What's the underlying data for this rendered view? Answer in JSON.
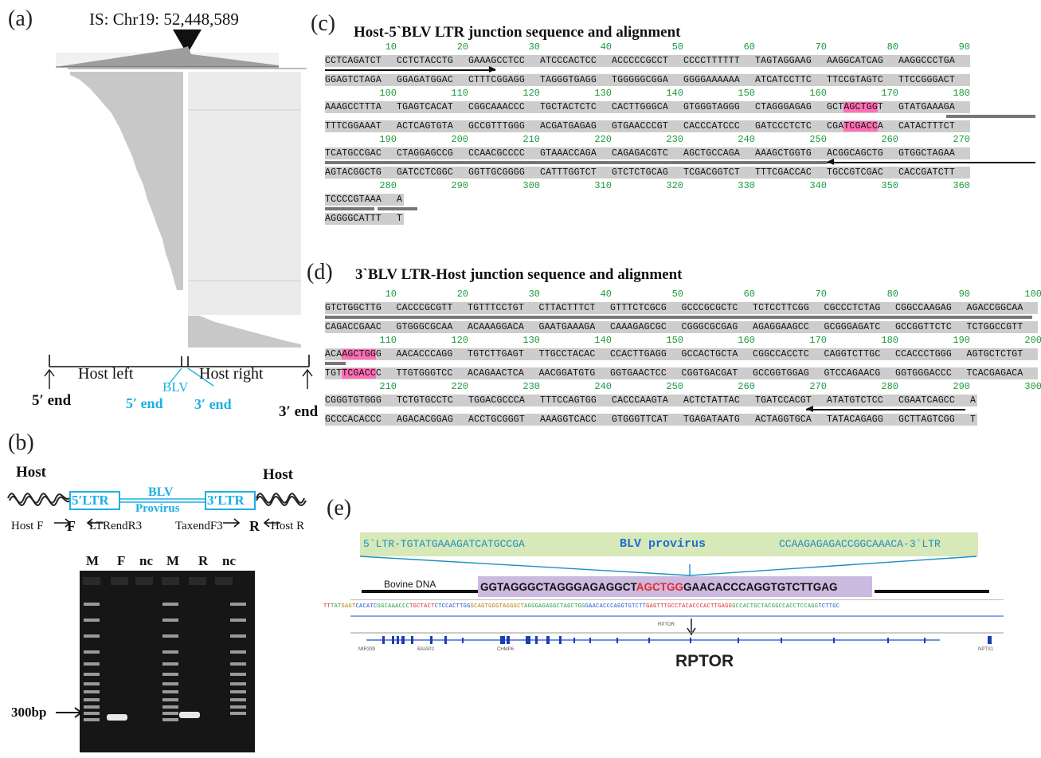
{
  "panel_a": {
    "label": "(a)",
    "is_label": "IS: Chr19: 52,448,589",
    "host_left": "Host left",
    "host_right": "Host right",
    "blv": "BLV",
    "blv_5end": "5′ end",
    "blv_3end": "3′ end",
    "left_5end": "5′ end",
    "right_3end": "3′ end"
  },
  "panel_b": {
    "label": "(b)",
    "host_left": "Host",
    "host_right": "Host",
    "ltr5": "5′LTR",
    "ltr3": "3′LTR",
    "blv": "BLV",
    "provirus": "Provirus",
    "host_f": "Host F",
    "f": "F",
    "ltrendr3": "LTRendR3",
    "taxendf3": "TaxendF3",
    "r": "R",
    "host_r": "Host R",
    "lanes": [
      "M",
      "F",
      "nc",
      "M",
      "R",
      "nc"
    ],
    "size_marker": "300bp"
  },
  "panel_c": {
    "label": "(c)",
    "title": "Host-5`BLV  LTR  junction sequence and alignment",
    "rows": [
      {
        "ticks": [
          "10",
          "20",
          "30",
          "40",
          "50",
          "60",
          "70",
          "80",
          "90"
        ],
        "top": [
          "CCTCAGATCT",
          "CCTCTACCTG",
          "GAAAGCCTCC",
          "ATCCCACTCC",
          "ACCCCCGCCT",
          "CCCCTTTTTT",
          "TAGTAGGAAG",
          "AAGGCATCAG",
          "AAGGCCCTGA"
        ],
        "bottom": [
          "GGAGTCTAGA",
          "GGAGATGGAC",
          "CTTTCGGAGG",
          "TAGGGTGAGG",
          "TGGGGGCGGA",
          "GGGGAAAAAA",
          "ATCATCCTTC",
          "TTCCGTAGTC",
          "TTCCGGGACT"
        ]
      },
      {
        "ticks": [
          "100",
          "110",
          "120",
          "130",
          "140",
          "150",
          "160",
          "170",
          "180"
        ],
        "top": [
          "AAAGCCTTTA",
          "TGAGTCACAT",
          "CGGCAAACCC",
          "TGCTACTCTC",
          "CACTTGGGCA",
          "GTGGGTAGGG",
          "CTAGGGAGAG",
          "GCTAGCTGGT",
          "GTATGAAAGA"
        ],
        "bottom": [
          "TTTCGGAAAT",
          "ACTCAGTGTA",
          "GCCGTTTGGG",
          "ACGATGAGAG",
          "GTGAACCCGT",
          "CACCCATCCC",
          "GATCCCTCTC",
          "CGATCGACCA",
          "CATACTTTCT"
        ]
      },
      {
        "ticks": [
          "190",
          "200",
          "210",
          "220",
          "230",
          "240",
          "250",
          "260",
          "270"
        ],
        "top": [
          "TCATGCCGAC",
          "CTAGGAGCCG",
          "CCAACGCCCC",
          "GTAAACCAGA",
          "CAGAGACGTC",
          "AGCTGCCAGA",
          "AAAGCTGGTG",
          "ACGGCAGCTG",
          "GTGGCTAGAA"
        ],
        "bottom": [
          "AGTACGGCTG",
          "GATCCTCGGC",
          "GGTTGCGGGG",
          "CATTTGGTCT",
          "GTCTCTGCAG",
          "TCGACGGTCT",
          "TTTCGACCAC",
          "TGCCGTCGAC",
          "CACCGATCTT"
        ]
      },
      {
        "ticks": [
          "280",
          "290",
          "300",
          "310",
          "320",
          "330",
          "340",
          "350",
          "360"
        ],
        "top": [
          "TCCCCGTAAA",
          "A"
        ],
        "bottom": [
          "AGGGGCATTT",
          "T"
        ]
      }
    ]
  },
  "panel_d": {
    "label": "(d)",
    "title": "3`BLV  LTR-Host junction sequence and alignment",
    "rows": [
      {
        "ticks": [
          "10",
          "20",
          "30",
          "40",
          "50",
          "60",
          "70",
          "80",
          "90",
          "100"
        ],
        "top": [
          "GTCTGGCTTG",
          "CACCCGCGTT",
          "TGTTTCCTGT",
          "CTTACTTTCT",
          "GTTTCTCGCG",
          "GCCCGCGCTC",
          "TCTCCTTCGG",
          "CGCCCTCTAG",
          "CGGCCAAGAG",
          "AGACCGGCAA"
        ],
        "bottom": [
          "CAGACCGAAC",
          "GTGGGCGCAA",
          "ACAAAGGACA",
          "GAATGAAAGA",
          "CAAAGAGCGC",
          "CGGGCGCGAG",
          "AGAGGAAGCC",
          "GCGGGAGATC",
          "GCCGGTTCTC",
          "TCTGGCCGTT"
        ]
      },
      {
        "ticks": [
          "110",
          "120",
          "130",
          "140",
          "150",
          "160",
          "170",
          "180",
          "190",
          "200"
        ],
        "top": [
          "ACAAGCTGGG",
          "AACACCCAGG",
          "TGTCTTGAGT",
          "TTGCCTACAC",
          "CCACTTGAGG",
          "GCCACTGCTA",
          "CGGCCACCTC",
          "CAGGTCTTGC",
          "CCACCCTGGG",
          "AGTGCTCTGT"
        ],
        "bottom": [
          "TGTTCGACCC",
          "TTGTGGGTCC",
          "ACAGAACTCA",
          "AACGGATGTG",
          "GGTGAACTCC",
          "CGGTGACGAT",
          "GCCGGTGGAG",
          "GTCCAGAACG",
          "GGTGGGACCC",
          "TCACGAGACA"
        ]
      },
      {
        "ticks": [
          "210",
          "220",
          "230",
          "240",
          "250",
          "260",
          "270",
          "280",
          "290",
          "300"
        ],
        "top": [
          "CGGGTGTGGG",
          "TCTGTGCCTC",
          "TGGACGCCCA",
          "TTTCCAGTGG",
          "CACCCAAGTA",
          "ACTCTATTAC",
          "TGATCCACGT",
          "ATATGTCTCC",
          "CGAATCAGCC",
          "A"
        ],
        "bottom": [
          "GCCCACACCC",
          "AGACACGGAG",
          "ACCTGCGGGT",
          "AAAGGTCACC",
          "GTGGGTTCAT",
          "TGAGATAATG",
          "ACTAGGTGCA",
          "TATACAGAGG",
          "GCTTAGTCGG",
          "T"
        ]
      }
    ]
  },
  "panel_e": {
    "label": "(e)",
    "ltr5_seq": "5`LTR-TGTATGAAAGATCATGCCGA",
    "blv_provirus": "BLV provirus",
    "ltr3_seq": "CCAAGAGAGACCGGCAAACA-3`LTR",
    "bovine_dna": "Bovine DNA",
    "junction_left": "GGTAGGGCTAGGGAGAGGCT",
    "junction_mid": "AGCTGG",
    "junction_right": "GAACACCCAGGTGTCTTGAG",
    "gene_labels": [
      "MIR339",
      "BAIAP2",
      "CHMP6",
      "NPTX1"
    ],
    "gene_small": "RPTOR",
    "gene_big": "RPTOR"
  }
}
